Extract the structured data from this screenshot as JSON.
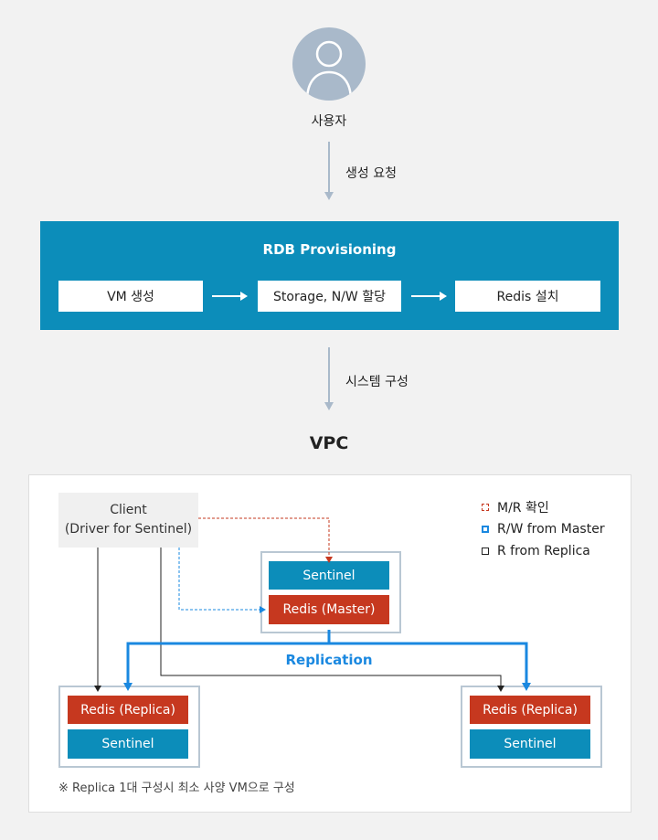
{
  "user": {
    "label": "사용자",
    "icon": "user-avatar-icon"
  },
  "steps": {
    "request": "생성 요청",
    "configure": "시스템 구성"
  },
  "rdb": {
    "title": "RDB Provisioning",
    "steps": [
      "VM 생성",
      "Storage, N/W 할당",
      "Redis 설치"
    ]
  },
  "vpc": {
    "title": "VPC",
    "client": {
      "line1": "Client",
      "line2": "(Driver for Sentinel)"
    },
    "master": {
      "sentinel": "Sentinel",
      "redis": "Redis (Master)"
    },
    "replica_left": {
      "redis": "Redis (Replica)",
      "sentinel": "Sentinel"
    },
    "replica_right": {
      "redis": "Redis (Replica)",
      "sentinel": "Sentinel"
    },
    "replication_label": "Replication",
    "legend": [
      {
        "label": "M/R 확인",
        "style": "dashed",
        "color": "#c6381f"
      },
      {
        "label": "R/W from Master",
        "style": "solid",
        "color": "#1a88e0"
      },
      {
        "label": "R from Replica",
        "style": "solid",
        "color": "#222222"
      }
    ],
    "footnote": "※ Replica 1대 구성시 최소 사양 VM으로 구성"
  },
  "colors": {
    "teal": "#0c8dba",
    "red": "#c6381f",
    "blue": "#1a88e0",
    "avatar": "#a9b9ca"
  }
}
